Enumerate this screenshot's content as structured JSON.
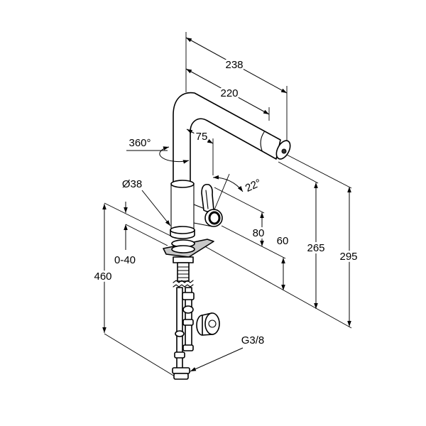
{
  "drawing": {
    "dimensions": {
      "outer_reach": "238",
      "inner_reach": "220",
      "lever_offset": "75",
      "lever_height": "80",
      "lever_clearance": "60",
      "outlet_height": "265",
      "total_height": "295",
      "counter_thickness": "0-40",
      "supply_length": "460"
    },
    "angles": {
      "swivel": "360°",
      "lever_tilt": "22°"
    },
    "body_diameter": "Ø38",
    "connection_thread": "G3/8"
  },
  "colors": {
    "line": "#000000",
    "background": "#ffffff",
    "mounting_plate": "#c8c8c8"
  }
}
